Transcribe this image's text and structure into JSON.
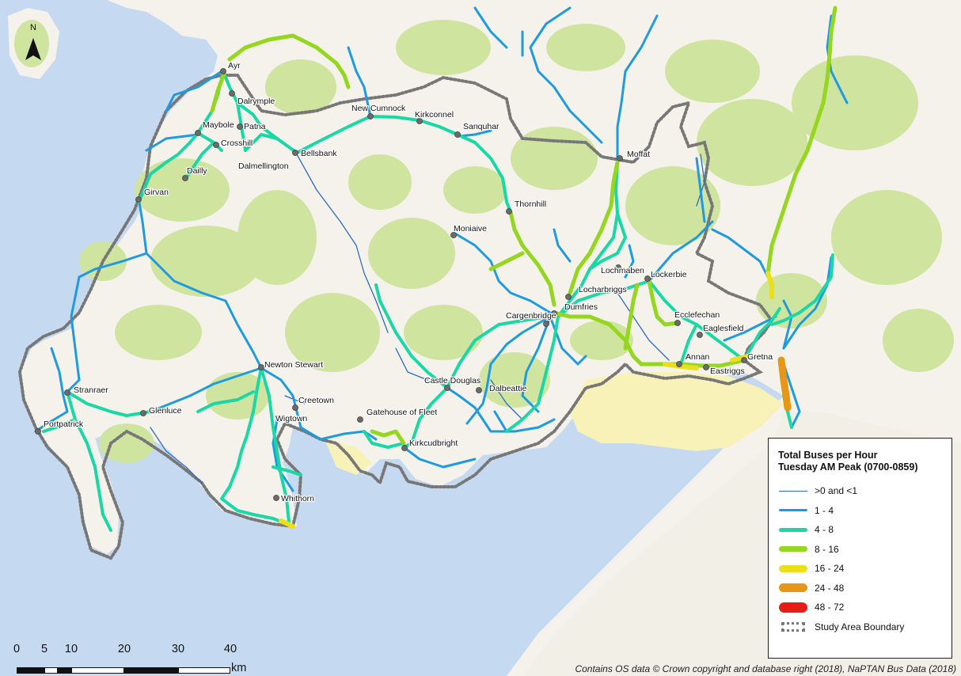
{
  "map": {
    "north_label": "N",
    "legend": {
      "title_line1": "Total Buses per Hour",
      "title_line2": "Tuesday AM Peak (0700-0859)",
      "items": [
        {
          "label": ">0 and <1",
          "color": "#2b6cc4"
        },
        {
          "label": "1 - 4",
          "color": "#1e9be0"
        },
        {
          "label": "4 - 8",
          "color": "#19d8a6"
        },
        {
          "label": "8 - 16",
          "color": "#95d61f"
        },
        {
          "label": "16 - 24",
          "color": "#eadf1a"
        },
        {
          "label": "24 - 48",
          "color": "#e69716"
        },
        {
          "label": "48 - 72",
          "color": "#e81d15"
        },
        {
          "label": "Study Area Boundary",
          "color": "#777777"
        }
      ]
    },
    "scale_bar": {
      "ticks": [
        "0",
        "5",
        "10",
        "20",
        "30",
        "40"
      ],
      "unit": "km"
    },
    "attribution": "Contains OS data © Crown copyright and database right (2018), NaPTAN Bus Data (2018)",
    "colors": {
      "sea": "#c5d9f1",
      "land": "#f4f2ea",
      "woodland": "#cfe49e",
      "sands": "#f8f2b8",
      "boundary": "#777777"
    },
    "towns": [
      {
        "name": "Ayr"
      },
      {
        "name": "Dalrymple"
      },
      {
        "name": "Maybole"
      },
      {
        "name": "Patna"
      },
      {
        "name": "Crosshill"
      },
      {
        "name": "Dalmellington"
      },
      {
        "name": "Bellsbank"
      },
      {
        "name": "Dailly"
      },
      {
        "name": "Girvan"
      },
      {
        "name": "New Cumnock"
      },
      {
        "name": "Kirkconnel"
      },
      {
        "name": "Sanquhar"
      },
      {
        "name": "Moffat"
      },
      {
        "name": "Thornhill"
      },
      {
        "name": "Moniaive"
      },
      {
        "name": "Lochmaben"
      },
      {
        "name": "Lockerbie"
      },
      {
        "name": "Locharbriggs"
      },
      {
        "name": "Dumfries"
      },
      {
        "name": "Cargenbridge"
      },
      {
        "name": "Ecclefechan"
      },
      {
        "name": "Eaglesfield"
      },
      {
        "name": "Annan"
      },
      {
        "name": "Eastriggs"
      },
      {
        "name": "Gretna"
      },
      {
        "name": "Newton Stewart"
      },
      {
        "name": "Creetown"
      },
      {
        "name": "Wigtown"
      },
      {
        "name": "Stranraer"
      },
      {
        "name": "Glenluce"
      },
      {
        "name": "Portpatrick"
      },
      {
        "name": "Whithorn"
      },
      {
        "name": "Castle Douglas"
      },
      {
        "name": "Dalbeattie"
      },
      {
        "name": "Gatehouse of Fleet"
      },
      {
        "name": "Kirkcudbright"
      }
    ]
  }
}
